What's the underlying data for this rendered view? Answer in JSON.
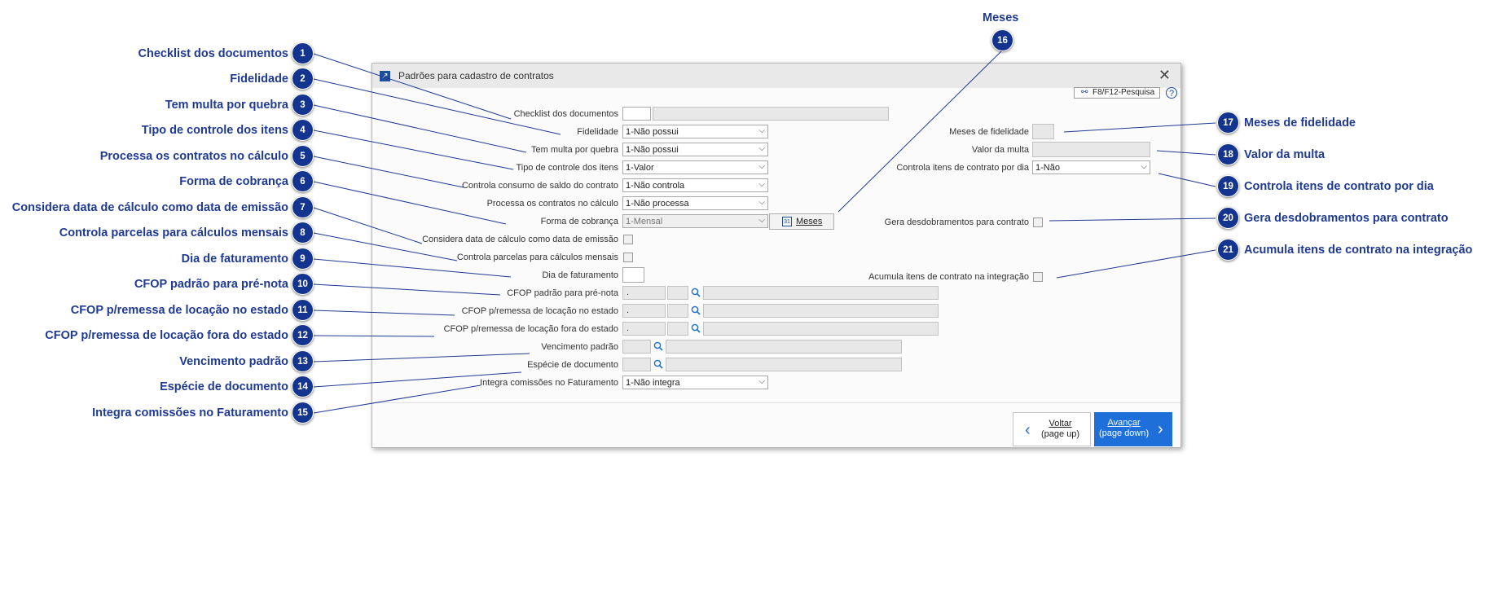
{
  "window": {
    "title": "Padrões para cadastro de contratos",
    "search_button": "F8/F12-Pesquisa",
    "help_symbol": "?",
    "close_symbol": "✕",
    "back_button": {
      "line1": "Voltar",
      "line2": "(page up)"
    },
    "next_button": {
      "line1": "Avançar",
      "line2": "(page down)"
    },
    "accent_color": "#1e6fd9"
  },
  "form": {
    "checklist": {
      "label": "Checklist dos documentos"
    },
    "fidelidade": {
      "label": "Fidelidade",
      "value": "1-Não possui"
    },
    "multa_quebra": {
      "label": "Tem multa por quebra",
      "value": "1-Não possui"
    },
    "tipo_controle": {
      "label": "Tipo de controle dos itens",
      "value": "1-Valor"
    },
    "consumo_saldo": {
      "label": "Controla consumo de saldo do contrato",
      "value": "1-Não controla"
    },
    "processa_calculo": {
      "label": "Processa os contratos no cálculo",
      "value": "1-Não processa"
    },
    "forma_cobranca": {
      "label": "Forma de cobrança",
      "value": "1-Mensal"
    },
    "meses_button": "Meses",
    "data_emissao": {
      "label": "Considera data de cálculo como data de emissão"
    },
    "parcelas_mensais": {
      "label": "Controla parcelas para cálculos mensais"
    },
    "dia_faturamento": {
      "label": "Dia de faturamento"
    },
    "cfop_prenota": {
      "label": "CFOP padrão para pré-nota",
      "value": "."
    },
    "cfop_remessa_estado": {
      "label": "CFOP p/remessa de locação no estado",
      "value": "."
    },
    "cfop_remessa_fora": {
      "label": "CFOP p/remessa de locação fora do estado",
      "value": "."
    },
    "vencimento_padrao": {
      "label": "Vencimento padrão"
    },
    "especie_documento": {
      "label": "Espécie de documento"
    },
    "integra_comissoes": {
      "label": "Integra comissões no Faturamento",
      "value": "1-Não integra"
    },
    "meses_fidelidade": {
      "label": "Meses de fidelidade"
    },
    "valor_multa": {
      "label": "Valor da multa"
    },
    "controla_itens_dia": {
      "label": "Controla itens de contrato por dia",
      "value": "1-Não"
    },
    "gera_desdobramentos": {
      "label": "Gera desdobramentos para contrato"
    },
    "acumula_itens": {
      "label": "Acumula itens de contrato na integração"
    }
  },
  "callouts": [
    {
      "num": "1",
      "text": "Checklist dos documentos"
    },
    {
      "num": "2",
      "text": "Fidelidade"
    },
    {
      "num": "3",
      "text": "Tem multa por quebra"
    },
    {
      "num": "4",
      "text": "Tipo de controle dos itens"
    },
    {
      "num": "5",
      "text": "Processa os contratos no cálculo"
    },
    {
      "num": "6",
      "text": "Forma de cobrança"
    },
    {
      "num": "7",
      "text": "Considera data de cálculo como data de emissão"
    },
    {
      "num": "8",
      "text": "Controla parcelas para cálculos mensais"
    },
    {
      "num": "9",
      "text": "Dia de faturamento"
    },
    {
      "num": "10",
      "text": "CFOP padrão para pré-nota"
    },
    {
      "num": "11",
      "text": "CFOP p/remessa de locação no estado"
    },
    {
      "num": "12",
      "text": "CFOP p/remessa de locação fora do estado"
    },
    {
      "num": "13",
      "text": "Vencimento padrão"
    },
    {
      "num": "14",
      "text": "Espécie de documento"
    },
    {
      "num": "15",
      "text": "Integra comissões no Faturamento"
    },
    {
      "num": "16",
      "text": "Meses"
    },
    {
      "num": "17",
      "text": "Meses de fidelidade"
    },
    {
      "num": "18",
      "text": "Valor da multa"
    },
    {
      "num": "19",
      "text": "Controla itens de contrato por dia"
    },
    {
      "num": "20",
      "text": "Gera desdobramentos para contrato"
    },
    {
      "num": "21",
      "text": "Acumula itens de contrato na integração"
    }
  ],
  "callout_color": "#14358f"
}
